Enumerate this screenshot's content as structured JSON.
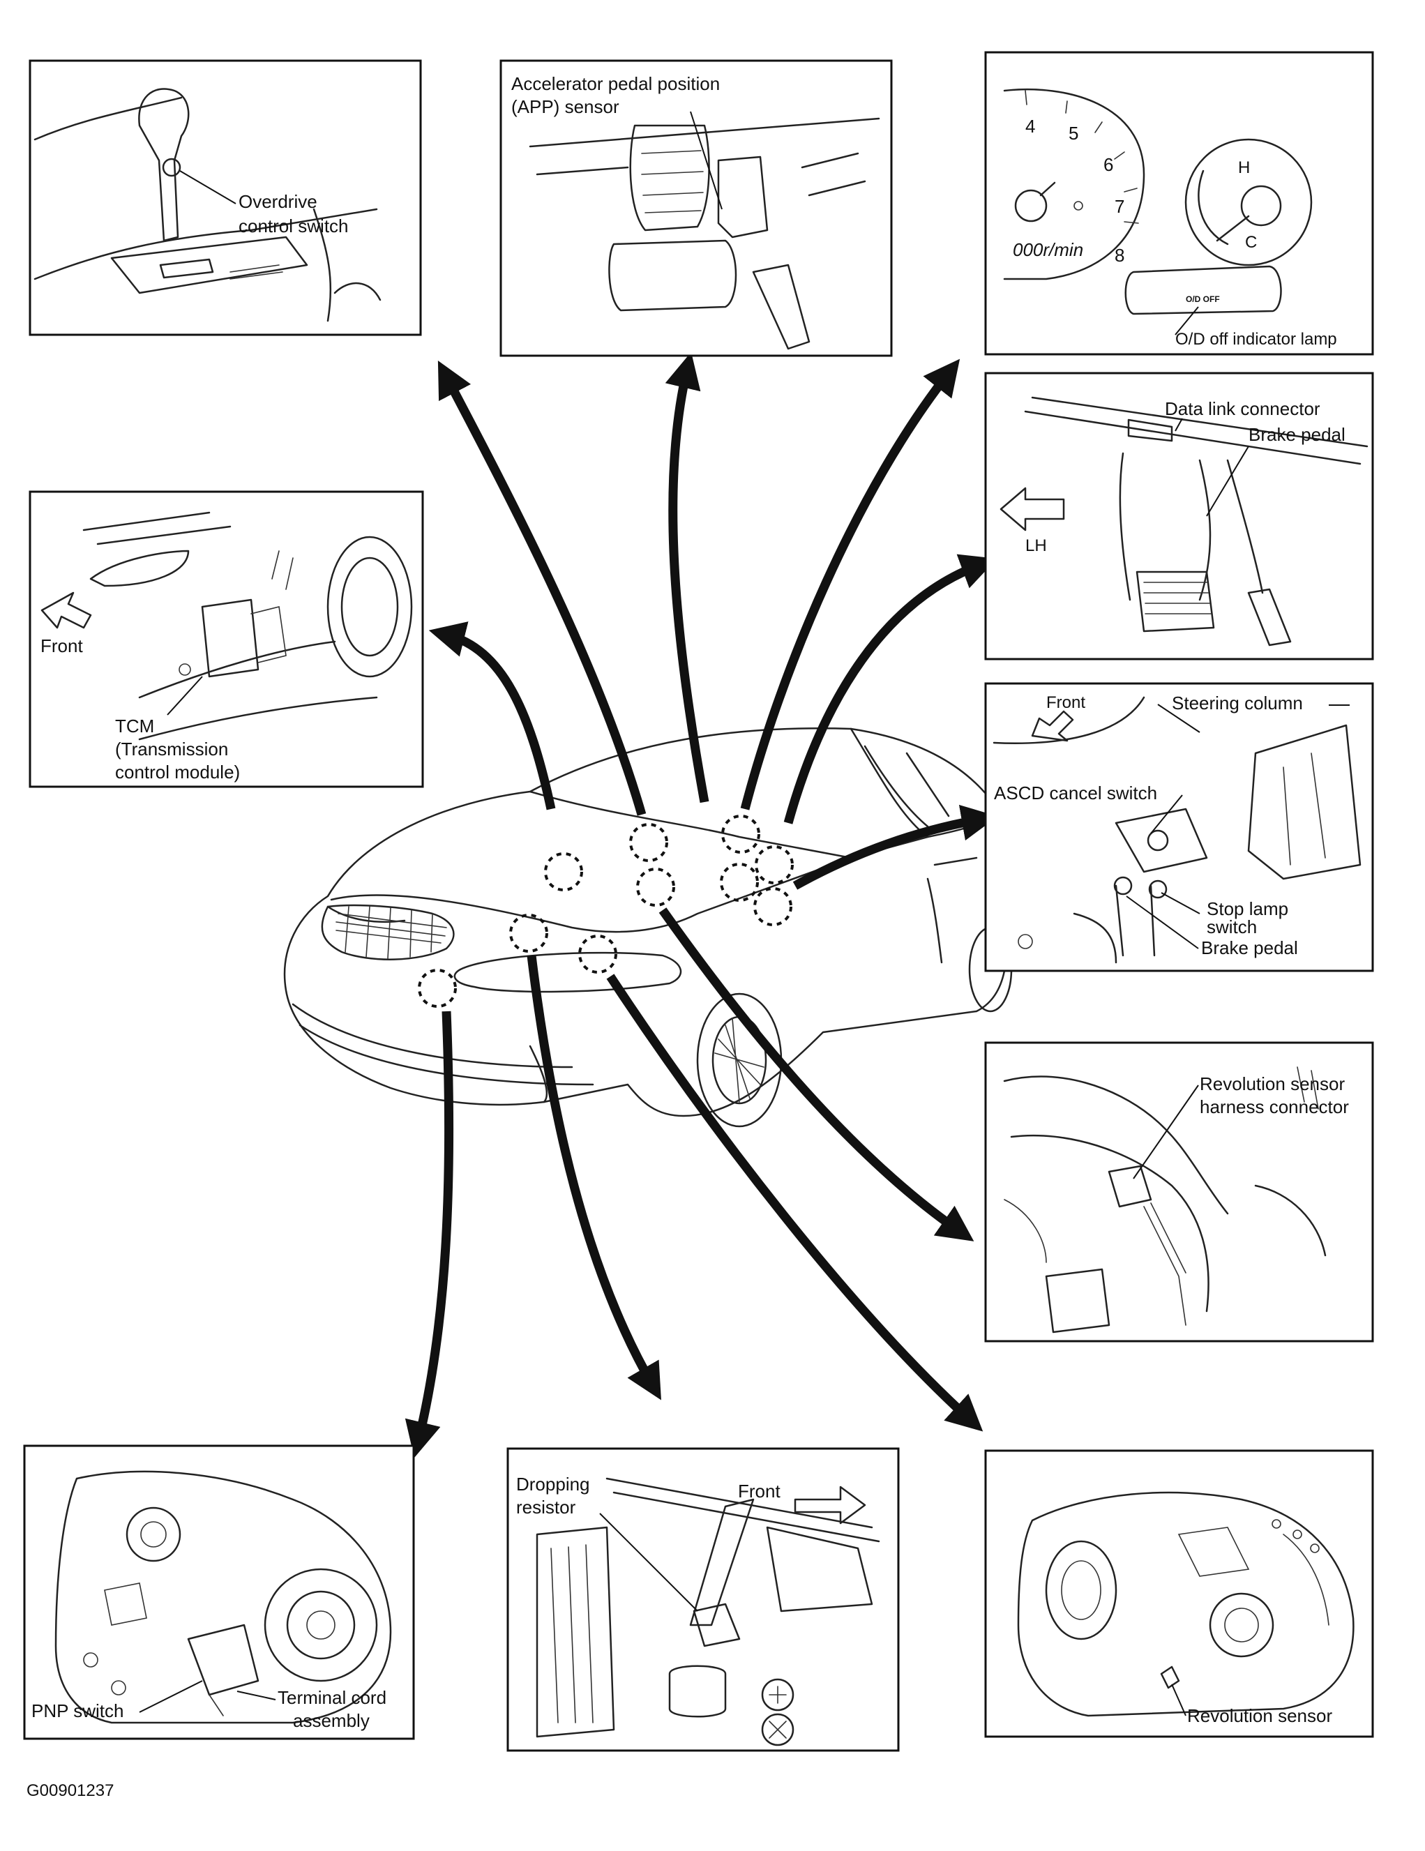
{
  "figure_id": "G00901237",
  "panels": {
    "overdrive": {
      "label_1": "Overdrive",
      "label_2": "control  switch"
    },
    "app_sensor": {
      "label_1": "Accelerator pedal position",
      "label_2": "(APP) sensor"
    },
    "gauge": {
      "tick_4": "4",
      "tick_5": "5",
      "tick_6": "6",
      "tick_7": "7",
      "tick_8": "8",
      "unit": "000r/min",
      "hot": "H",
      "cold": "C",
      "lamp_glyph": "O/D OFF",
      "label": "O/D off indicator lamp"
    },
    "data_link": {
      "label_1": "Data link connector",
      "label_2": "Brake pedal",
      "direction": "LH"
    },
    "tcm": {
      "direction": "Front",
      "label_1": "TCM",
      "label_2": "(Transmission",
      "label_3": "control module)"
    },
    "ascd": {
      "direction": "Front",
      "label_1": "Steering column",
      "label_2": "ASCD  cancel  switch",
      "label_3": "Stop  lamp",
      "label_4": "switch",
      "label_5": "Brake  pedal"
    },
    "revolution_connector": {
      "label_1": "Revolution  sensor",
      "label_2": "harness connector"
    },
    "pnp": {
      "label_1": "PNP  switch",
      "label_2": "Terminal cord",
      "label_3": "assembly"
    },
    "dropping": {
      "label_1": "Dropping",
      "label_2": "resistor",
      "direction": "Front"
    },
    "revolution_sensor": {
      "label_1": "Revolution  sensor"
    }
  }
}
